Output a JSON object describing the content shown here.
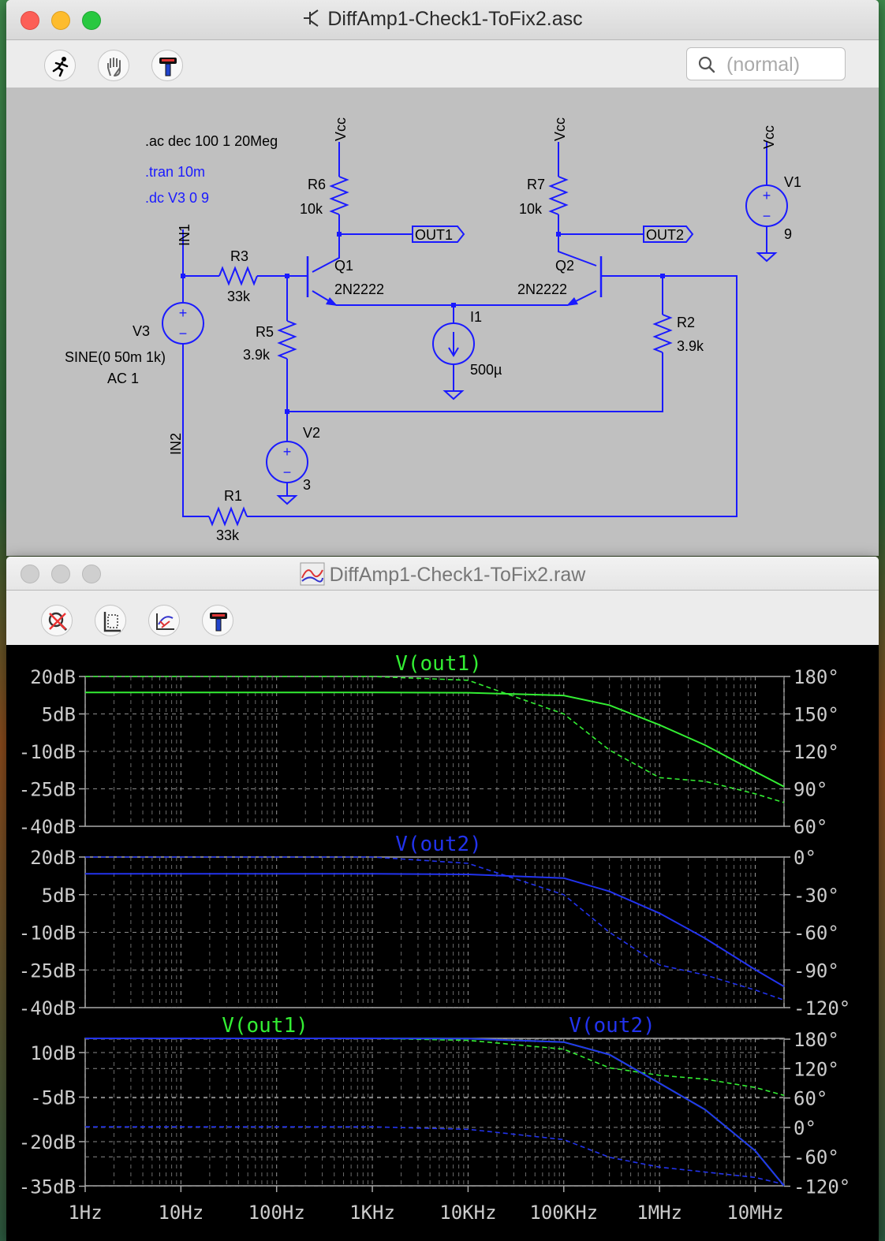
{
  "schematic_window": {
    "title": "DiffAmp1-Check1-ToFix2.asc",
    "toolbar": {
      "tools": [
        {
          "name": "run-icon"
        },
        {
          "name": "halt-hand-icon"
        },
        {
          "name": "hammer-icon"
        }
      ]
    },
    "search": {
      "placeholder": "(normal)"
    },
    "directives": [
      ".ac dec 100 1 20Meg",
      ".tran 10m",
      ".dc V3 0 9"
    ],
    "directive_colors": [
      "#000000",
      "#1a1aff",
      "#1a1aff"
    ],
    "components": {
      "R6": {
        "name": "R6",
        "value": "10k"
      },
      "R7": {
        "name": "R7",
        "value": "10k"
      },
      "R3": {
        "name": "R3",
        "value": "33k"
      },
      "R5": {
        "name": "R5",
        "value": "3.9k"
      },
      "R2": {
        "name": "R2",
        "value": "3.9k"
      },
      "R1": {
        "name": "R1",
        "value": "33k"
      },
      "Q1": {
        "name": "Q1",
        "model": "2N2222"
      },
      "Q2": {
        "name": "Q2",
        "model": "2N2222"
      },
      "I1": {
        "name": "I1",
        "value": "500µ"
      },
      "V1": {
        "name": "V1",
        "value": "9"
      },
      "V2": {
        "name": "V2",
        "value": "3"
      },
      "V3": {
        "name": "V3",
        "value": "SINE(0 50m 1k)",
        "ac": "AC 1"
      }
    },
    "net_labels": {
      "vcc": "Vcc",
      "in1": "IN1",
      "in2": "IN2",
      "out1": "OUT1",
      "out2": "OUT2"
    },
    "wire_color": "#1a1aff"
  },
  "plot_window": {
    "title": "DiffAmp1-Check1-ToFix2.raw",
    "toolbar": {
      "tools": [
        {
          "name": "autorange-icon"
        },
        {
          "name": "add-trace-icon"
        },
        {
          "name": "delete-trace-icon"
        },
        {
          "name": "hammer-icon"
        }
      ]
    },
    "x_ticks": [
      "1Hz",
      "10Hz",
      "100Hz",
      "1KHz",
      "10KHz",
      "100KHz",
      "1MHz",
      "10MHz"
    ]
  },
  "chart_data": [
    {
      "type": "line",
      "xscale": "log",
      "xlim": [
        "1Hz",
        "20MHz"
      ],
      "y_ticks": [
        "20dB",
        "5dB",
        "-10dB",
        "-25dB",
        "-40dB"
      ],
      "y2_ticks": [
        "180°",
        "150°",
        "120°",
        "90°",
        "60°"
      ],
      "grid": true,
      "series": [
        {
          "name": "V(out1)",
          "color": "#33ee33",
          "x": [
            1,
            1000,
            10000,
            100000,
            300000,
            1000000,
            3000000,
            10000000,
            20000000
          ],
          "magnitude_db": [
            13.6,
            13.6,
            13.5,
            12.4,
            8.5,
            0.6,
            -7.5,
            -18.1,
            -24.1
          ],
          "phase_deg": [
            180,
            180,
            177,
            150,
            121,
            99,
            96,
            86,
            79
          ]
        }
      ]
    },
    {
      "type": "line",
      "xscale": "log",
      "xlim": [
        "1Hz",
        "20MHz"
      ],
      "y_ticks": [
        "20dB",
        "5dB",
        "-10dB",
        "-25dB",
        "-40dB"
      ],
      "y2_ticks": [
        "0°",
        "-30°",
        "-60°",
        "-90°",
        "-120°"
      ],
      "grid": true,
      "series": [
        {
          "name": "V(out2)",
          "color": "#2233ee",
          "x": [
            1,
            1000,
            10000,
            100000,
            300000,
            1000000,
            3000000,
            10000000,
            20000000
          ],
          "magnitude_db": [
            13.3,
            13.3,
            13.1,
            11.6,
            6.3,
            -2.4,
            -12.4,
            -24.9,
            -31.6
          ],
          "phase_deg": [
            0,
            0,
            -5,
            -30,
            -60,
            -86,
            -94,
            -106,
            -114
          ]
        }
      ]
    },
    {
      "type": "line",
      "xscale": "log",
      "xlim": [
        "1Hz",
        "20MHz"
      ],
      "y_ticks": [
        "10dB",
        "-5dB",
        "-20dB",
        "-35dB"
      ],
      "y2_ticks": [
        "180°",
        "120°",
        "60°",
        "0°",
        "-60°",
        "-120°"
      ],
      "grid": true,
      "series": [
        {
          "name": "V(out1)",
          "color": "#33ee33",
          "x": [
            1,
            1000,
            10000,
            100000,
            300000,
            1000000,
            3000000,
            10000000,
            20000000
          ],
          "magnitude_db": [
            13,
            13,
            12.9,
            11.8,
            7.7,
            -1.6,
            -10.2,
            -23.6,
            -35
          ],
          "phase_deg": [
            180,
            180,
            176,
            158,
            120,
            105,
            97,
            80,
            64
          ]
        },
        {
          "name": "V(out2)",
          "color": "#2233ee",
          "x": [
            1,
            1000,
            10000,
            100000,
            300000,
            1000000,
            3000000,
            10000000,
            20000000
          ],
          "magnitude_db": [
            13,
            13,
            12.9,
            11.8,
            7.7,
            -1.6,
            -10.2,
            -23.6,
            -35
          ],
          "phase_deg": [
            0,
            0,
            -5,
            -26,
            -62,
            -82,
            -92,
            -103,
            -117
          ]
        }
      ]
    }
  ]
}
